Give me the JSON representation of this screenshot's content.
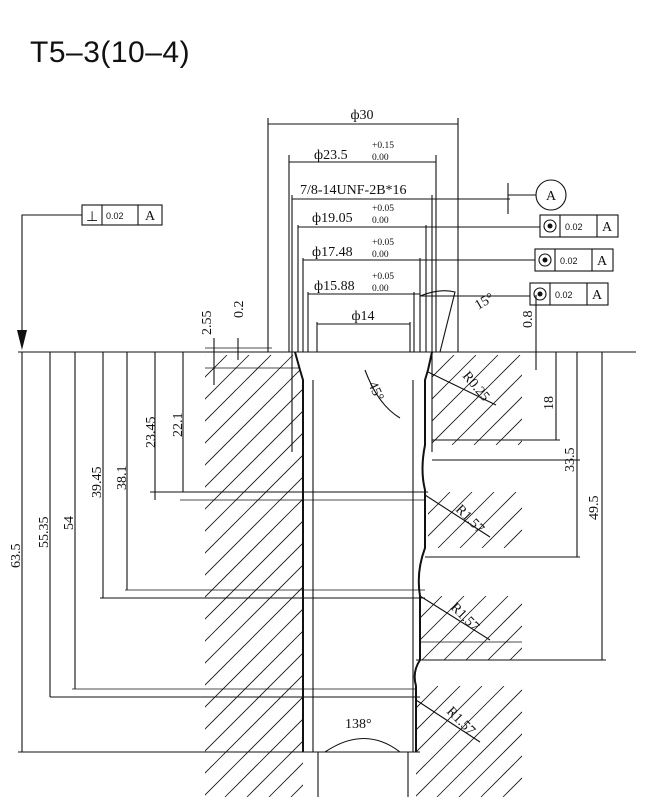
{
  "title": "T5–3(10–4)",
  "dimensions": {
    "d30": "ф30",
    "d23_5": "ф23.5",
    "d23_5_tol_up": "+0.15",
    "d23_5_tol_low": "0.00",
    "thread": "7/8-14UNF-2B*16",
    "d19_05": "ф19.05",
    "d19_05_tol_up": "+0.05",
    "d19_05_tol_low": "0.00",
    "d17_48": "ф17.48",
    "d17_48_tol_up": "+0.05",
    "d17_48_tol_low": "0.00",
    "d15_88": "ф15.88",
    "d15_88_tol_up": "+0.05",
    "d15_88_tol_low": "0.00",
    "d14": "ф14",
    "angle15": "15°",
    "angle45": "45°",
    "angle138": "138°",
    "r025": "R0.25",
    "r157_1": "R1.57",
    "r157_2": "R1.57",
    "r157_3": "R1.57",
    "v2_55": "2.55",
    "v0_2": "0.2",
    "v0_8": "0.8",
    "v23_45": "23.45",
    "v22_1": "22.1",
    "v39_45": "39.45",
    "v38_1": "38.1",
    "v55_35": "55.35",
    "v54": "54",
    "v63_5": "63.5",
    "v18": "18",
    "v33_5": "33.5",
    "v49_5": "49.5"
  },
  "tolerance_frames": {
    "perp_symbol": "⊥",
    "perp_value": "0.02",
    "perp_datum": "A",
    "conc1_value": "0.02",
    "conc1_datum": "A",
    "conc2_value": "0.02",
    "conc2_datum": "A",
    "conc3_value": "0.02",
    "conc3_datum": "A"
  },
  "datum": {
    "label": "A"
  }
}
